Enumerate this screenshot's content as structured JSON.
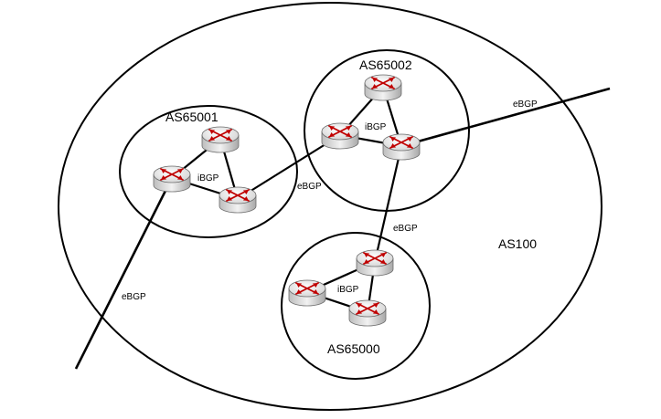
{
  "labels": {
    "as100": "AS100",
    "as65001": "AS65001",
    "as65002": "AS65002",
    "as65000": "AS65000",
    "ibgp_65001": "iBGP",
    "ibgp_65002": "iBGP",
    "ibgp_65000": "iBGP",
    "ebgp_65001_65002": "eBGP",
    "ebgp_65002_external": "eBGP",
    "ebgp_65002_65000": "eBGP",
    "ebgp_65001_external": "eBGP"
  },
  "icons": {
    "router": "router-icon"
  },
  "colors": {
    "router_body": "#d9d9d9",
    "router_top": "#f0f0f0",
    "router_arrows": "#c00000",
    "lines": "#000000"
  }
}
